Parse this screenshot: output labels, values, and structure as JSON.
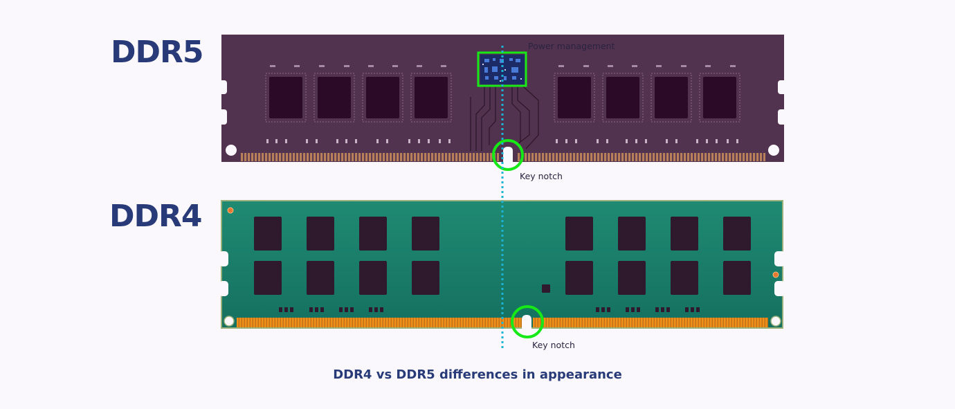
{
  "modules": {
    "ddr5": {
      "label": "DDR5",
      "color": "#52334f"
    },
    "ddr4": {
      "label": "DDR4",
      "color": "#1a8068"
    }
  },
  "annotations": {
    "power_management": "Power management",
    "ddr5_key_notch": "Key notch",
    "ddr4_key_notch": "Key notch"
  },
  "caption": "DDR4 vs DDR5 differences in appearance",
  "colors": {
    "heading": "#283a78",
    "highlight": "#17e817",
    "guide_line": "#1bb4d6",
    "ddr4_contacts": "#f0901a",
    "ddr5_contacts": "#b8805a",
    "chip": "#2b0a28"
  }
}
